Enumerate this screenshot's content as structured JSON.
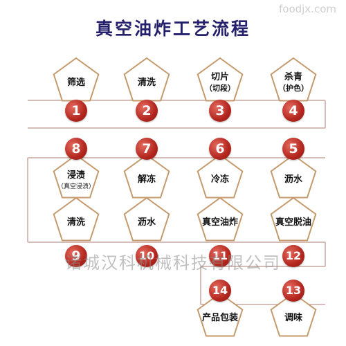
{
  "title": "真空油炸工艺流程",
  "watermark": "foodjx.com",
  "company": "诸城汉科机械科技有限公司",
  "colors": {
    "pentagon_stroke": "#c49a6c",
    "badge": "#b3261e",
    "title": "#24206b",
    "connector": "#c9a7a0"
  },
  "steps": [
    {
      "num": "1",
      "label": "筛选"
    },
    {
      "num": "2",
      "label": "清洗"
    },
    {
      "num": "3",
      "label": "切片",
      "sub": "（切段）"
    },
    {
      "num": "4",
      "label": "杀青",
      "sub": "（护色）"
    },
    {
      "num": "5",
      "label": "沥水"
    },
    {
      "num": "6",
      "label": "冷冻"
    },
    {
      "num": "7",
      "label": "解冻"
    },
    {
      "num": "8",
      "label": "浸渍",
      "small": "（真空浸渍）"
    },
    {
      "num": "9",
      "label": "清洗"
    },
    {
      "num": "10",
      "label": "沥水"
    },
    {
      "num": "11",
      "label": "真空油炸"
    },
    {
      "num": "12",
      "label": "真空脱油"
    },
    {
      "num": "13",
      "label": "调味"
    },
    {
      "num": "14",
      "label": "产品包装"
    }
  ]
}
